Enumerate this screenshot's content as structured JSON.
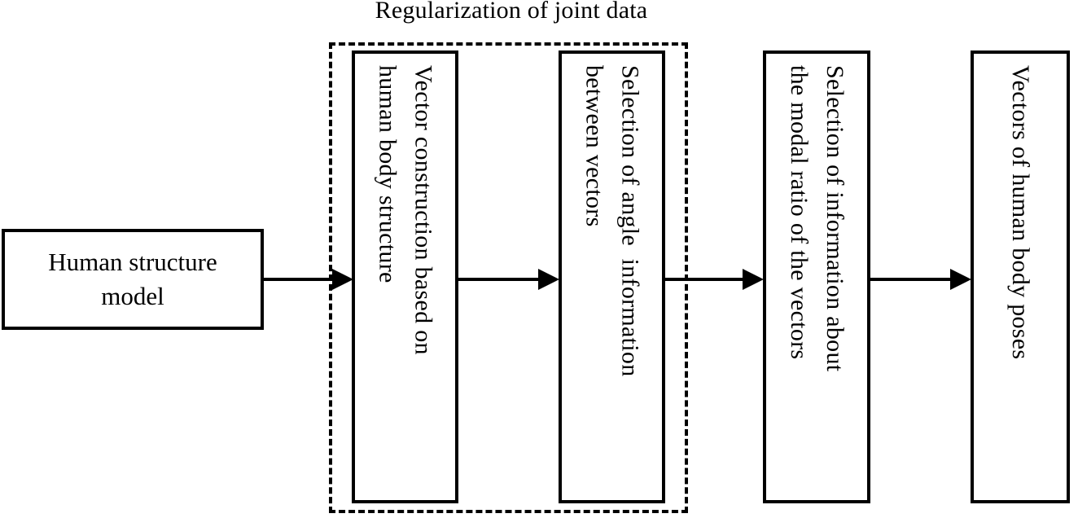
{
  "diagram": {
    "group": {
      "title": "Regularization of joint data",
      "border_style": "dashed",
      "color": "#000000"
    },
    "nodes": [
      {
        "id": "human-structure-model",
        "label": "Human structure\nmodel",
        "label_line1": "Human structure",
        "label_line2": "model",
        "orientation": "horizontal",
        "in_group": false
      },
      {
        "id": "vector-construction",
        "label": "Vector construction based on\nhuman body structure",
        "orientation": "vertical",
        "in_group": true
      },
      {
        "id": "angle-selection",
        "label": "Selection of angle  information\nbetween vectors",
        "orientation": "vertical",
        "in_group": true
      },
      {
        "id": "modal-ratio-selection",
        "label": "Selection of information about\nthe modal ratio of the vectors",
        "orientation": "vertical",
        "in_group": false
      },
      {
        "id": "output-vectors",
        "label": "Vectors of human body poses",
        "orientation": "vertical",
        "in_group": false
      }
    ],
    "edges": [
      {
        "id": "edge-1",
        "from": "human-structure-model",
        "to": "vector-construction",
        "style": "solid-arrow"
      },
      {
        "id": "edge-2",
        "from": "vector-construction",
        "to": "angle-selection",
        "style": "solid-arrow"
      },
      {
        "id": "edge-3",
        "from": "angle-selection",
        "to": "modal-ratio-selection",
        "style": "solid-arrow"
      },
      {
        "id": "edge-4",
        "from": "modal-ratio-selection",
        "to": "output-vectors",
        "style": "solid-arrow"
      }
    ],
    "colors": {
      "stroke": "#000000",
      "fill": "#ffffff",
      "text": "#000000"
    }
  }
}
